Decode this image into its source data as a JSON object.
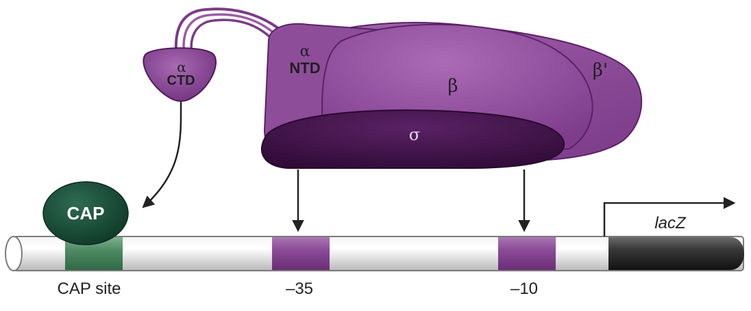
{
  "polymerase": {
    "alpha_ctd": {
      "greek": "α",
      "label": "CTD"
    },
    "alpha_ntd": {
      "greek": "α",
      "label": "NTD"
    },
    "beta": "β",
    "beta_prime": "β'",
    "sigma": "σ"
  },
  "dna": {
    "cap_protein": "CAP",
    "cap_site_label": "CAP site",
    "minus35_label": "–35",
    "minus10_label": "–10",
    "gene_label": "lacZ"
  },
  "colors": {
    "polymerase_light": "#9b5aa6",
    "polymerase_dark": "#4e1c58",
    "sigma": "#3d1046",
    "cap_protein": "#174a35",
    "cap_site": "#4d8a63",
    "promoter_box": "#8b4a96",
    "dna_tube": "#dcdcdc",
    "gene": "#2a2a2a",
    "text": "#222222"
  }
}
